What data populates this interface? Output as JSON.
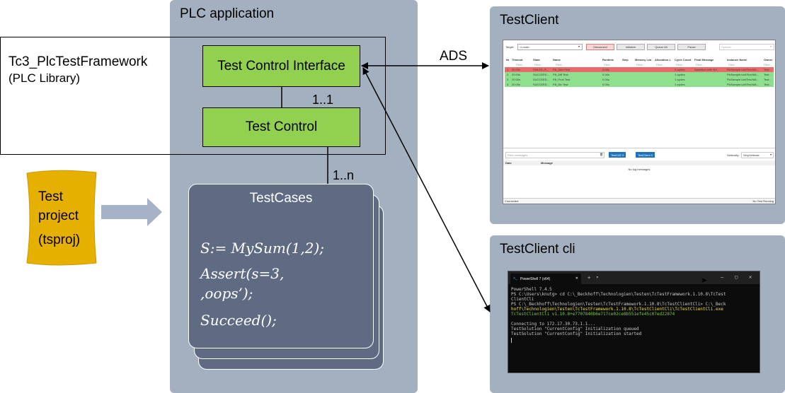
{
  "plc": {
    "title": "PLC application",
    "library_title": "Tc3_PlcTestFramework",
    "library_subtitle": "(PLC Library)",
    "interface_label": "Test Control Interface",
    "control_label": "Test Control",
    "mult_interface_control": "1..1",
    "mult_control_cases": "1..n",
    "testcases_title": "TestCases",
    "code_lines": [
      "S:= MySum(1,2);",
      "Assert(s=3,",
      ",oops’);",
      "Succeed();"
    ]
  },
  "project": {
    "lines": [
      "Test",
      "project",
      "(tsproj)"
    ]
  },
  "ads_label": "ADS",
  "testclient": {
    "title": "TestClient",
    "target_label": "Target:",
    "target_value": "<Local>",
    "buttons": [
      "Disconnect",
      "Initialize",
      "Queue All",
      "Pause"
    ],
    "options_placeholder": "Options",
    "columns": [
      "Nr",
      "Timeout",
      "State",
      "Name",
      "Runtime",
      "Step",
      "Memory Lea",
      "Allocation L",
      "Cycle Count",
      "Final Message",
      "Instance Name",
      "Owner"
    ],
    "filter_placeholder": "Filter...",
    "rows": [
      {
        "nr": "1",
        "timeout": "20.00s",
        "state": "FAILED_R...",
        "name": "FB_Sum Test",
        "runtime": "0.03s",
        "cycles": "3 cycles",
        "message": "Assertion with 'Ex'...",
        "instance": "PlcSample.UnitTest.MA...",
        "owner": "Test..."
      },
      {
        "nr": "2",
        "timeout": "20.00s",
        "state": "SUCCEED...",
        "name": "FB_Diff Test",
        "runtime": "0.04s",
        "cycles": "1 cycles",
        "message": "",
        "instance": "PlcSample.UnitTest.MA...",
        "owner": "Test..."
      },
      {
        "nr": "3",
        "timeout": "20.00s",
        "state": "SUCCEED...",
        "name": "FB_Prod Test",
        "runtime": "0.04s",
        "cycles": "1 cycles",
        "message": "",
        "instance": "PlcSample.UnitTest.MA...",
        "owner": "Test..."
      },
      {
        "nr": "4",
        "timeout": "20.00s",
        "state": "SUCCEED...",
        "name": "FB_Div Test",
        "runtime": "0.03s",
        "cycles": "1 cycles",
        "message": "",
        "instance": "PlcSample.UnitTest.MA...",
        "owner": "Test..."
      }
    ],
    "filter_messages_placeholder": "Filter messages...",
    "pill_testcat": "TestCAT",
    "pill_testcat_count": "0",
    "pill_testclient": "TestClient",
    "pill_testclient_count": "0",
    "verbosity_label": "Verbosity:",
    "verbosity_value": "VeryVerbose",
    "log_col_date": "Date",
    "log_col_message": "Message",
    "no_log": "No log messages",
    "status_left": "Connected",
    "status_right": "No Test Running",
    "colors": {
      "failed": "#e86a6a",
      "succeeded": "#8ee08e"
    }
  },
  "cli": {
    "title": "TestClient cli",
    "tab_label": "PowerShell 7 (x64)",
    "lines": [
      {
        "text": "PowerShell 7.4.5",
        "style": "normal"
      },
      {
        "text": "PS C:\\Users\\knutg> cd C:\\_Beckhoff\\Technologien\\Testen\\TcTestFramework.1.10.8\\TcTest",
        "style": "normal"
      },
      {
        "text": "ClientCli",
        "style": "normal"
      },
      {
        "text": "PS C:\\_Beckhoff\\Technologien\\Testen\\TcTestFramework.1.10.8\\TcTestClientCli> C:\\_Beck",
        "style": "normal"
      },
      {
        "text": "hoff\\Technologien\\Testen\\TcTestFramework.1.10.8\\TcTestClientCli\\TcTestClientCli.exe",
        "style": "bright"
      },
      {
        "text": "TcTestClientCli v1.10.8+e7707840b6e717ce02ce8b551efe45c07ed22874",
        "style": "green"
      },
      {
        "text": "",
        "style": "normal"
      },
      {
        "text": "Connecting to 172.17.30.73.1.1...",
        "style": "normal"
      },
      {
        "text": "TestSolution \"CurrentConfig\" Initialization queued",
        "style": "normal"
      },
      {
        "text": "TestSolution \"CurrentConfig\" Initialization started",
        "style": "normal"
      }
    ]
  }
}
